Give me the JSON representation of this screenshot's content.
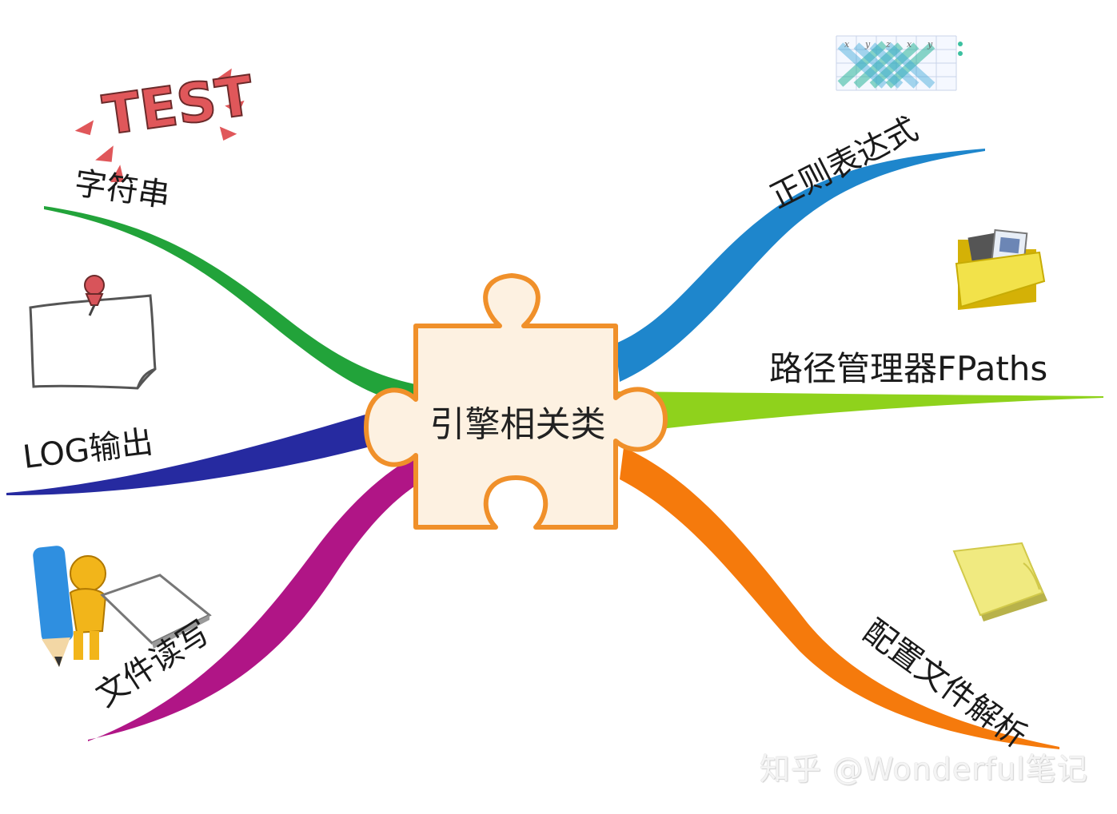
{
  "center": {
    "label": "引擎相关类",
    "color": "#f0902a",
    "fill": "#fdf1e1"
  },
  "branches": [
    {
      "id": "string",
      "label": "字符串",
      "color": "#22a33a"
    },
    {
      "id": "log",
      "label": "LOG输出",
      "color": "#262aa0"
    },
    {
      "id": "fileio",
      "label": "文件读写",
      "color": "#b01586"
    },
    {
      "id": "regex",
      "label": "正则表达式",
      "color": "#1e86cc"
    },
    {
      "id": "paths",
      "label": "路径管理器FPaths",
      "color": "#8fd21c"
    },
    {
      "id": "config",
      "label": "配置文件解析",
      "color": "#f57a0c"
    }
  ],
  "icons": {
    "test_sticker": {
      "text": "TEST",
      "color": "#e0575a"
    },
    "regex_grid": {
      "letters": [
        "x",
        "y",
        "z",
        "x",
        "y"
      ]
    }
  },
  "watermark": "知乎 @Wonderful笔记"
}
